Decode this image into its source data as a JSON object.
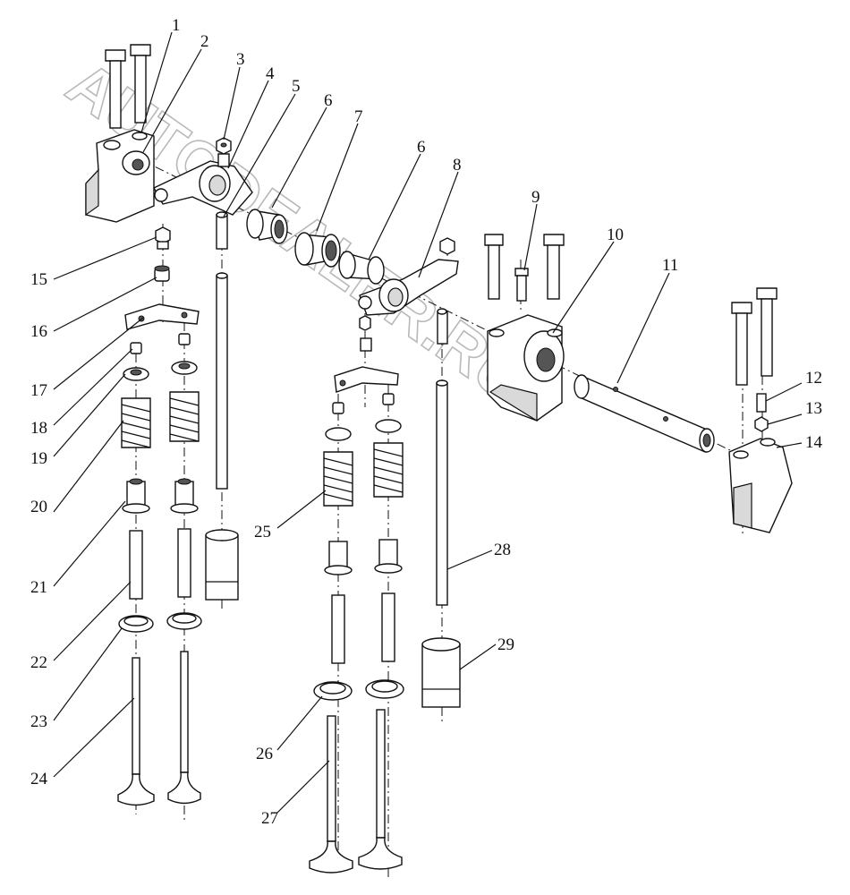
{
  "watermark": "AUTODEALER.RU",
  "callouts": [
    {
      "id": "c1",
      "label": "1"
    },
    {
      "id": "c2",
      "label": "2"
    },
    {
      "id": "c3",
      "label": "3"
    },
    {
      "id": "c4",
      "label": "4"
    },
    {
      "id": "c5",
      "label": "5"
    },
    {
      "id": "c6a",
      "label": "6"
    },
    {
      "id": "c7",
      "label": "7"
    },
    {
      "id": "c6b",
      "label": "6"
    },
    {
      "id": "c8",
      "label": "8"
    },
    {
      "id": "c9",
      "label": "9"
    },
    {
      "id": "c10",
      "label": "10"
    },
    {
      "id": "c11",
      "label": "11"
    },
    {
      "id": "c12",
      "label": "12"
    },
    {
      "id": "c13",
      "label": "13"
    },
    {
      "id": "c14",
      "label": "14"
    },
    {
      "id": "c15",
      "label": "15"
    },
    {
      "id": "c16",
      "label": "16"
    },
    {
      "id": "c17",
      "label": "17"
    },
    {
      "id": "c18",
      "label": "18"
    },
    {
      "id": "c19",
      "label": "19"
    },
    {
      "id": "c20",
      "label": "20"
    },
    {
      "id": "c21",
      "label": "21"
    },
    {
      "id": "c22",
      "label": "22"
    },
    {
      "id": "c23",
      "label": "23"
    },
    {
      "id": "c24",
      "label": "24"
    },
    {
      "id": "c25",
      "label": "25"
    },
    {
      "id": "c26",
      "label": "26"
    },
    {
      "id": "c27",
      "label": "27"
    },
    {
      "id": "c28",
      "label": "28"
    },
    {
      "id": "c29",
      "label": "29"
    }
  ]
}
